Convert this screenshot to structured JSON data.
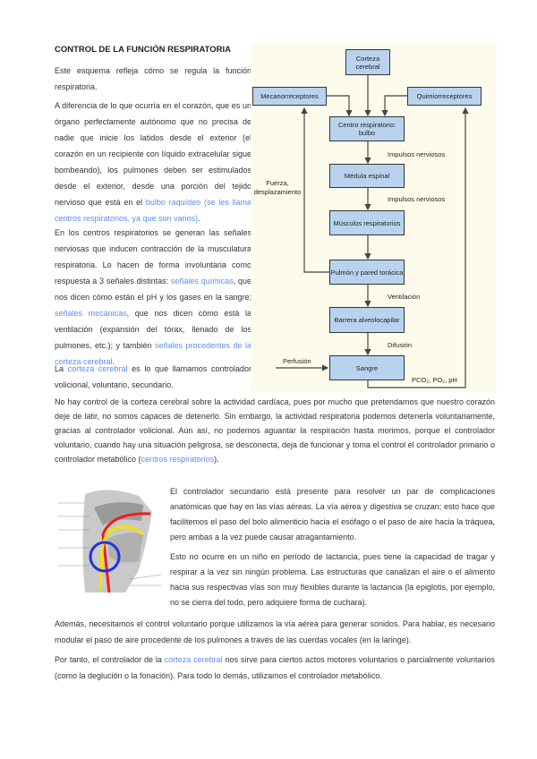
{
  "title": "CONTROL DE LA FUNCIÓN RESPIRATORIA",
  "intro": "Este esquema refleja cómo se regula la función respiratoria.",
  "para1": {
    "text": "A diferencia de lo que ocurría en el corazón, que es un órgano perfectamente autónomo que no precisa de nadie que inicie los latidos desde el exterior (el corazón en un recipiente con líquido extracelular sigue bombeando), los pulmones deben ser estimulados desde el exterior, desde una porción del tejido nervioso que está en el ",
    "link": "bulbo raquídeo (se les llama centros respiratorios, ya que son varios)",
    "end": "."
  },
  "para2": {
    "t1": "En los centros respiratorios se generan las señales nerviosas que inducen contracción de la musculatura respiratoria. Lo hacen de forma involuntaria como respuesta a 3 señales distintas: ",
    "l1": "señales químicas",
    "t2": ", que nos dicen cómo están el pH y los gases en la sangre; ",
    "l2": "señales mecánicas",
    "t3": ", que nos dicen cómo está la ventilación (expansión del tórax, llenado de los pulmones, etc.); y también ",
    "l3": "señales procedentes de la corteza cerebral",
    "t4": "."
  },
  "para3": {
    "t1": "La ",
    "l1": "corteza cerebral",
    "t2": " es lo que llamamos controlador volicional, voluntario, secundario."
  },
  "para4": {
    "t1": "No hay control de la corteza cerebral sobre la actividad cardíaca, pues por mucho que pretendamos que nuestro corazón deje de latir, no somos capaces de detenerlo. Sin embargo, la actividad respiratoria podemos detenerla voluntariamente, gracias al controlador volicional. Aún así, no podemos aguantar la respiración hasta morimos, porque el controlador voluntario, cuando hay una situación peligrosa, se desconecta, deja de funcionar y toma el control el controlador primario o controlador metabólico (",
    "l1": "centros respiratorios",
    "t2": ")."
  },
  "para5": "El controlador secundario está presente para resolver un par de complicaciones anatómicas que hay en las vías aéreas. La vía aérea y digestiva se cruzan; esto hace que facilitemos el paso del bolo alimenticio hacia el esófago o el paso de aire hacia la tráquea, pero ambas a la vez puede causar atragantamiento.",
  "para6": "Esto no ocurre en un niño en período de lactancia, pues tiene la capacidad de tragar y respirar a la vez sin ningún problema. Las estructuras que canalizan el aire o el alimento hacia sus respectivas vías son muy flexibles durante la lactancia (la epiglotis, por ejemplo, no se cierra del todo, pero adquiere forma de cuchara).",
  "para7": "Además, necesitamos el control voluntario porque utilizamos la vía aérea para generar sonidos. Para hablar, es necesario modular el paso de aire procedente de los pulmones a través de las cuerdas vocales (en la laringe).",
  "para8": {
    "t1": "Por tanto, el controlador de la ",
    "l1": "corteza cerebral",
    "t2": " nos sirve para ciertos actos motores voluntarios o parcialmente voluntarios (como la deglución o la fonación). Para todo lo demás, utilizamos el controlador metabólico."
  },
  "diagram": {
    "boxes": {
      "corteza": "Corteza cerebral",
      "mecano": "Mecanorreceptores",
      "quimio": "Quimiorreceptores",
      "centro": "Centro respiratorio: bulbo",
      "medula": "Médula espinal",
      "musculos": "Músculos respiratorios",
      "pulmon": "Pulmón y pared torácica",
      "barrera": "Barrera alveolocapilar",
      "sangre": "Sangre"
    },
    "labels": {
      "impulsos1": "Impulsos nerviosos",
      "impulsos2": "Impulsos nerviosos",
      "fuerza": "Fuerza, desplazamiento",
      "ventilacion": "Ventilación",
      "difusion": "Difusión",
      "perfusion": "Perfusión",
      "gases": "PCO₂, PO₂, pH"
    }
  },
  "colors": {
    "link": "#5b8ef0",
    "box": "#b9d3ee",
    "airway": "#e8201a",
    "foodway": "#f5e300",
    "circle": "#2233dd"
  }
}
